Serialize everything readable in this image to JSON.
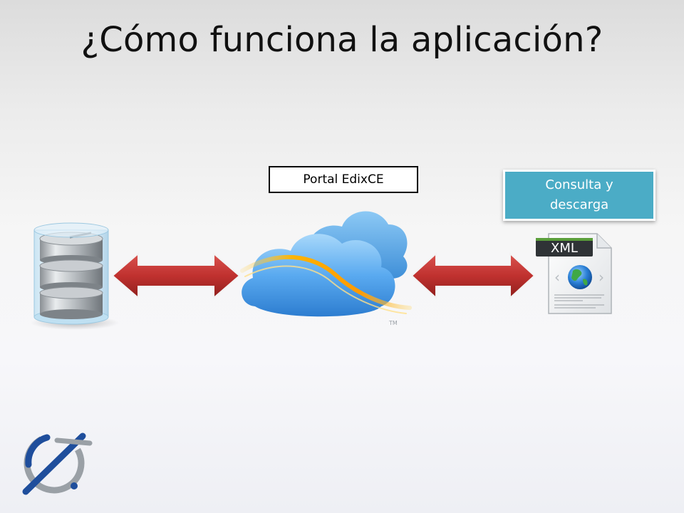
{
  "slide": {
    "title": "¿Cómo funciona la aplicación?"
  },
  "diagram": {
    "portal_label": "Portal EdixCE",
    "consulta_label": "Consulta y descarga",
    "xml_label": "XML",
    "tm_mark": "TM"
  },
  "colors": {
    "arrow": "#c0312f",
    "consulta_box": "#4bacc6",
    "cloud": "#3f95e3",
    "logo_blue": "#1f4e9c",
    "logo_gray": "#9aa0a6"
  }
}
